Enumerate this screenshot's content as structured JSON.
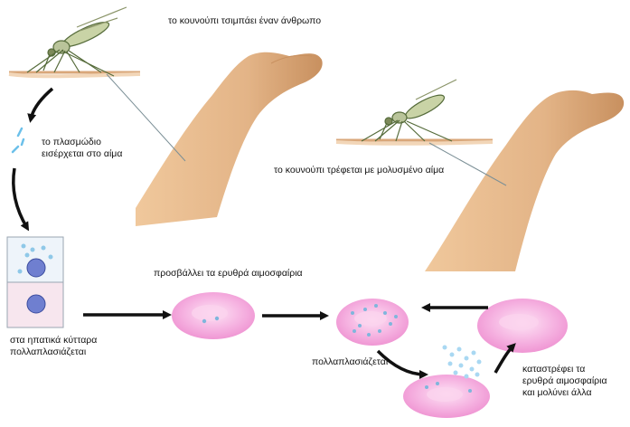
{
  "labels": {
    "bite_human": "το κουνούπι τσιμπάει έναν άνθρωπο",
    "plasmodium_line1": "το πλασμώδιο",
    "plasmodium_line2": "εισέρχεται στο αίμα",
    "mosquito_feeds": "το κουνούπι τρέφεται με μολυσμένο αίμα",
    "attacks_rbc": "προσβάλλει τα ερυθρά αιμοσφαίρια",
    "liver_line1": "στα ηπατικά κύτταρα",
    "liver_line2": "πολλαπλασιάζεται",
    "multiplies": "πολλαπλασιάζεται",
    "destroys_line1": "καταστρέφει τα",
    "destroys_line2": "ερυθρά αιμοσφαίρια",
    "destroys_line3": "και μολύνει άλλα"
  },
  "colors": {
    "skin": "#e3b487",
    "skin_shadow": "#c8905f",
    "rbc": "#f4a6dc",
    "rbc_center": "#fbd3ee",
    "parasite": "#8fc8e8",
    "liver_cell": "#eef4fa",
    "nucleus": "#6f7fd0",
    "arrow": "#111111"
  },
  "icons": [
    "mosquito-icon",
    "arm-icon",
    "liver-cell-icon",
    "red-blood-cell-icon",
    "sporozoite-icon"
  ]
}
